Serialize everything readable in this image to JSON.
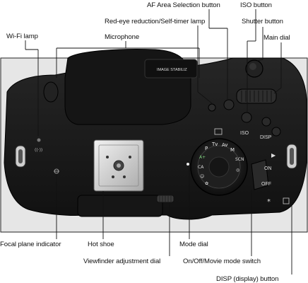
{
  "figure": {
    "labels": {
      "af_area": "AF Area Selection button",
      "iso": "ISO button",
      "red_eye": "Red-eye reduction/Self-timer lamp",
      "shutter": "Shutter button",
      "microphone": "Microphone",
      "wifi": "Wi-Fi lamp",
      "main_dial": "Main dial",
      "focal_plane": "Focal plane indicator",
      "hot_shoe": "Hot shoe",
      "mode_dial": "Mode dial",
      "viewfinder": "Viewfinder adjustment dial",
      "on_off": "On/Off/Movie mode switch",
      "disp": "DISP (display) button"
    },
    "camera_markings": {
      "iso": "ISO",
      "disp": "DISP",
      "on": "ON",
      "off": "OFF",
      "lens_text": "IMAGE STABILIZ"
    },
    "colors": {
      "background": "#ffffff",
      "photo_background": "#e6e6e6",
      "body": "#1b1b1b",
      "leader_line": "#111111"
    }
  }
}
